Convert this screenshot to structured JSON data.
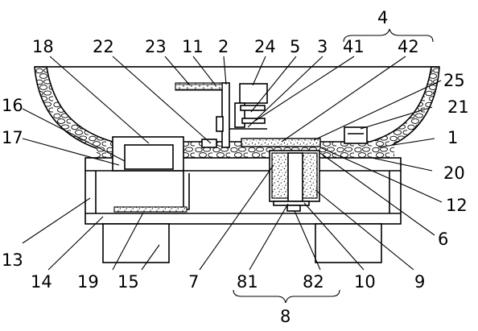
{
  "labels": {
    "l4": "4",
    "l18": "18",
    "l22": "22",
    "l23": "23",
    "l11": "11",
    "l2": "2",
    "l24": "24",
    "l5": "5",
    "l3": "3",
    "l41": "41",
    "l42": "42",
    "l25": "25",
    "l16": "16",
    "l21": "21",
    "l17": "17",
    "l1": "1",
    "l20": "20",
    "l12": "12",
    "l13": "13",
    "l6": "6",
    "l14": "14",
    "l19": "19",
    "l15": "15",
    "l7": "7",
    "l81": "81",
    "l82": "82",
    "l10": "10",
    "l9": "9",
    "l8": "8"
  },
  "colors": {
    "line": "#000000",
    "background": "#ffffff"
  }
}
